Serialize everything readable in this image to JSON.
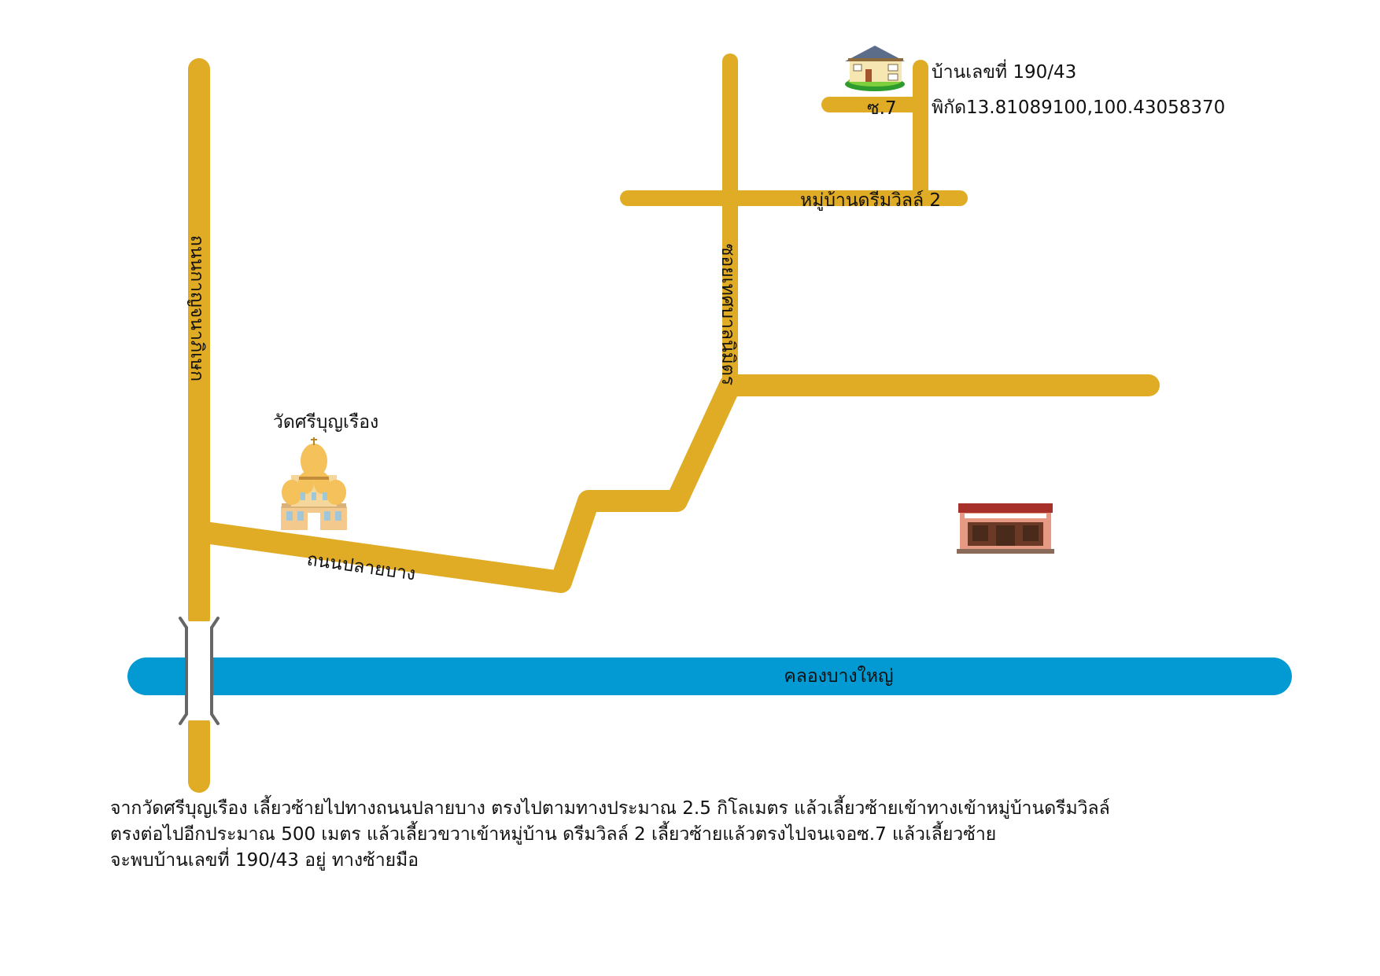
{
  "colors": {
    "road": "#E0AC26",
    "canal": "#0399D2",
    "bridge": "#666666",
    "text": "#111111"
  },
  "labels": {
    "road_left_vertical": "ถนนกาญจนาภิเษก",
    "road_middle_vertical": "ซอยเทศบาลนิมิตร",
    "road_plai_bang": "ถนนปลายบาง",
    "village_road": "หมู่บ้านดรีมวิลล์ 2",
    "soi": "ซ.7",
    "temple": "วัดศรีบุญเรือง",
    "canal": "คลองบางใหญ่",
    "house_number": "บ้านเลขที่ 190/43",
    "coordinates": "พิกัด13.81089100,100.43058370"
  },
  "icons": {
    "temple": "temple-icon",
    "house": "house-icon",
    "shop": "shop-icon",
    "bridge": "bridge-icon"
  },
  "directions": [
    "จากวัดศรีบุญเรือง เลี้ยวซ้ายไปทางถนนปลายบาง ตรงไปตามทางประมาณ 2.5 กิโลเมตร แล้วเลี้ยวซ้ายเข้าทางเข้าหมู่บ้านดรีมวิลล์",
    "ตรงต่อไปอีกประมาณ 500 เมตร แล้วเลี้ยวขวาเข้าหมู่บ้าน ดรีมวิลล์ 2 เลี้ยวซ้ายแล้วตรงไปจนเจอซ.7 แล้วเลี้ยวซ้าย",
    "จะพบบ้านเลขที่ 190/43 อยู่ ทางซ้ายมือ"
  ]
}
